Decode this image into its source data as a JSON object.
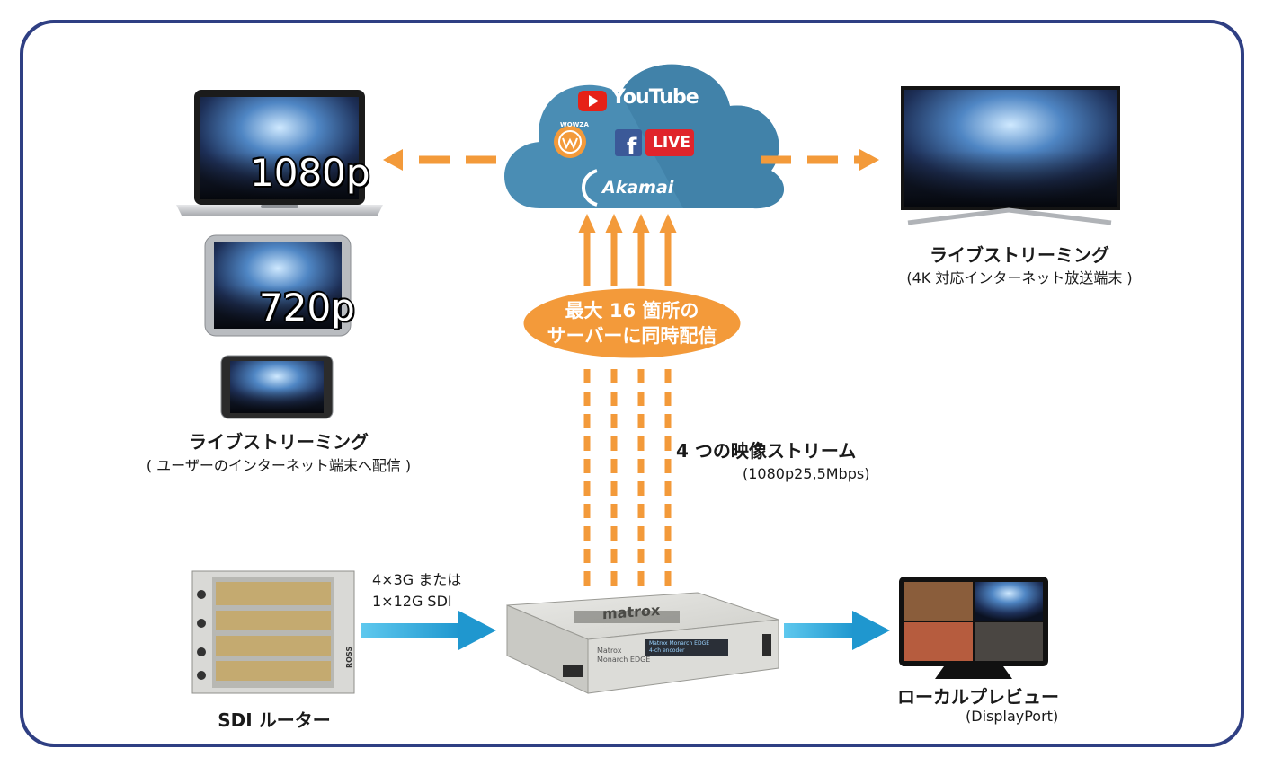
{
  "cloud": {
    "youtube": "YouTube",
    "wowza": "WOWZA",
    "facebook_live": "LIVE",
    "akamai": "Akamai"
  },
  "bubble": {
    "line1": "最大 16 箇所の",
    "line2": "サーバーに同時配信"
  },
  "left_devices": {
    "laptop_resolution": "1080p",
    "tablet_resolution": "720p",
    "title": "ライブストリーミング",
    "subtitle": "( ユーザーのインターネット端末へ配信 )"
  },
  "right_tv": {
    "title": "ライブストリーミング",
    "subtitle": "(4K 対応インターネット放送端末 )"
  },
  "streams": {
    "title": "4 つの映像ストリーム",
    "subtitle": "(1080p25,5Mbps)"
  },
  "input": {
    "line1": "4×3G または",
    "line2": "1×12G SDI"
  },
  "router": {
    "title": "SDI ルーター",
    "brand": "ROSS"
  },
  "encoder": {
    "brand": "matrox",
    "model_line1": "Matrox",
    "model_line2": "Monarch EDGE",
    "lcd_line1": "Matrox Monarch EDGE",
    "lcd_line2": "4-ch encoder"
  },
  "preview": {
    "title": "ローカルプレビュー",
    "subtitle": "(DisplayPort)"
  },
  "colors": {
    "frame": "#2f3f83",
    "orange": "#f39a3a",
    "cloud": "#4b8fb5",
    "cyan": "#2ea6d6"
  }
}
